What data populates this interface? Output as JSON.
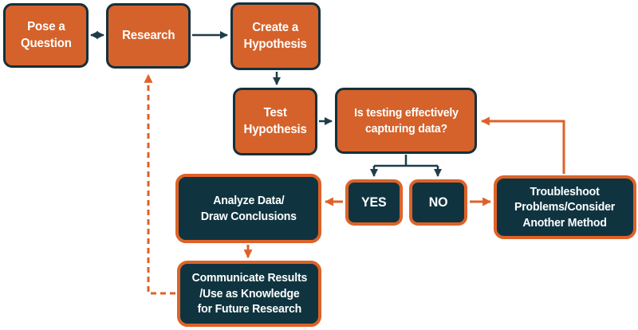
{
  "diagram": {
    "description": "Scientific method flowchart",
    "nodes": {
      "pose": {
        "label": "Pose a\nQuestion",
        "style": "orange"
      },
      "research": {
        "label": "Research",
        "style": "orange"
      },
      "create": {
        "label": "Create a\nHypothesis",
        "style": "orange"
      },
      "test": {
        "label": "Test\nHypothesis",
        "style": "orange"
      },
      "is_testing": {
        "label": "Is testing effectively\ncapturing data?",
        "style": "orange"
      },
      "yes": {
        "label": "YES",
        "style": "dark"
      },
      "no": {
        "label": "NO",
        "style": "dark"
      },
      "troubleshoot": {
        "label": "Troubleshoot\nProblems/Consider\nAnother Method",
        "style": "dark"
      },
      "analyze": {
        "label": "Analyze Data/\nDraw Conclusions",
        "style": "dark"
      },
      "communicate": {
        "label": "Communicate Results\n/Use as Knowledge\nfor Future Research",
        "style": "dark"
      }
    },
    "edges": [
      {
        "from": "pose",
        "to": "research",
        "style": "dark",
        "arrows": "both"
      },
      {
        "from": "research",
        "to": "create",
        "style": "dark",
        "arrows": "end"
      },
      {
        "from": "create",
        "to": "test",
        "style": "dark",
        "arrows": "end"
      },
      {
        "from": "test",
        "to": "is_testing",
        "style": "dark",
        "arrows": "end"
      },
      {
        "from": "is_testing",
        "to": "yes",
        "style": "dark",
        "arrows": "end"
      },
      {
        "from": "is_testing",
        "to": "no",
        "style": "dark",
        "arrows": "end"
      },
      {
        "from": "yes",
        "to": "analyze",
        "style": "orange",
        "arrows": "end"
      },
      {
        "from": "no",
        "to": "troubleshoot",
        "style": "orange",
        "arrows": "end"
      },
      {
        "from": "troubleshoot",
        "to": "is_testing",
        "style": "orange",
        "arrows": "end"
      },
      {
        "from": "analyze",
        "to": "communicate",
        "style": "orange",
        "arrows": "end"
      },
      {
        "from": "communicate",
        "to": "research",
        "style": "orange-dashed",
        "arrows": "end"
      }
    ]
  },
  "colors": {
    "orange": "#D4622A",
    "dark": "#0F3440",
    "dark_border": "#14303C",
    "arrow_dark": "#1E3D4A",
    "arrow_orange": "#DE6228",
    "text": "#FFFFFF",
    "background": "#FFFFFF"
  }
}
